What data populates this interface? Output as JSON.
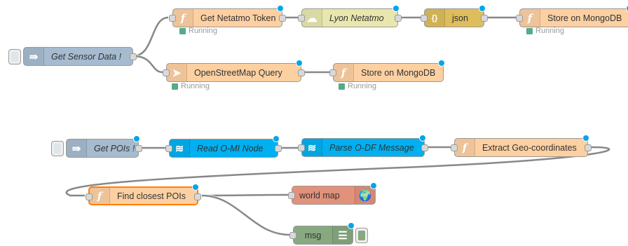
{
  "nodes": {
    "get_sensor_data": {
      "label": "Get Sensor Data !",
      "icon": "inject-arrows-icon"
    },
    "get_netatmo_token": {
      "label": "Get Netatmo Token",
      "status": "Running",
      "icon": "function-icon"
    },
    "lyon_netatmo": {
      "label": "Lyon Netatmo",
      "icon": "cloud-icon"
    },
    "json": {
      "label": "json",
      "icon": "braces-icon"
    },
    "store_mongo_1": {
      "label": "Store on MongoDB",
      "status": "Running",
      "icon": "function-icon"
    },
    "osm_query": {
      "label": "OpenStreetMap Query",
      "status": "Running",
      "icon": "arrow-icon"
    },
    "store_mongo_2": {
      "label": "Store on MongoDB",
      "status": "Running",
      "icon": "function-icon"
    },
    "get_pois": {
      "label": "Get POIs !",
      "icon": "inject-arrows-icon"
    },
    "read_omi": {
      "label": "Read O-MI Node",
      "icon": "wifi-icon"
    },
    "parse_odf": {
      "label": "Parse O-DF Message",
      "icon": "wifi-icon"
    },
    "extract_geo": {
      "label": "Extract Geo-coordinates",
      "icon": "function-icon"
    },
    "find_pois": {
      "label": "Find closest POIs",
      "icon": "function-icon"
    },
    "world_map": {
      "label": "world map",
      "icon": "globe-icon"
    },
    "msg": {
      "label": "msg",
      "icon": "list-icon"
    }
  },
  "colors": {
    "inject": "#a6bbcf",
    "function": "#fdd0a2",
    "http": "#e7e7ae",
    "json": "#debd5c",
    "omi": "#00b0f0",
    "worldmap": "#e2917a",
    "debug": "#87a980",
    "changed": "#00a6e8",
    "running": "#5a8",
    "wire": "#888888"
  }
}
